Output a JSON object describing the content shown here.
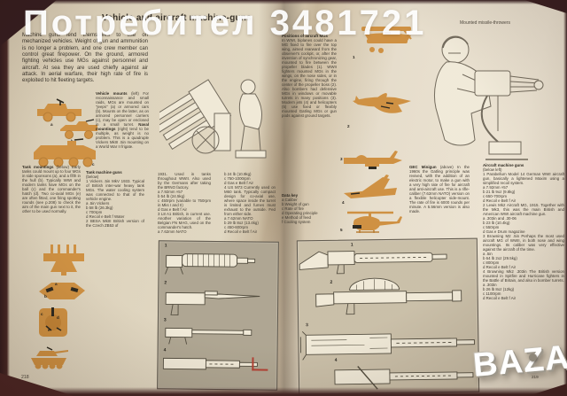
{
  "watermark": "Потребител 3481721",
  "logo": {
    "text": "BAZAR"
  },
  "page_left": {
    "title": "Vehicle and aircraft machine-guns",
    "page_number": "218",
    "intro": "Machine guns lend themselves to use on mechanized vehicles. Weight of gun and ammunition is no longer a problem, and one crew member can control great firepower. On the ground, armored fighting vehicles use MGs against personnel and aircraft. At sea they are used chiefly against air attack. In aerial warfare, their high rate of fire is exploited to hit fleeting targets.",
    "sections": {
      "vehicle_mounts": {
        "heading": "Vehicle mounts",
        "body": "(left) For reconnaissance and small raids, MGs are mounted on \"jeeps\" (a) or armored cars (b). Mounts on the latter, as on armored personnel carriers (c), may be open or enclosed in a small turret."
      },
      "naval_mountings": {
        "heading": "Naval mountings",
        "body": "(right) tend to be multiple, as weight is no problem. This is a quadruple Vickers MkIII .5in mounting on a World War II frigate."
      },
      "tank_mountings": {
        "heading": "Tank mountings",
        "body": "(below) Early tanks could mount up to four MGs in side sponsons (a), and a fifth in the hull (b). Typically WWI and modern tanks have MGs on the ball (c) and the commander's hatch (d). Two co-axial MGs (e) are often fitted, one firing spotting rounds (see p.208) to check the aim of the main gun next to it, the other to be used normally."
      },
      "tank_machine_guns": {
        "heading": "Tank machine guns",
        "col1": "(below)\n1 Vickers .5in MkV 1933. Typical of British inter-war heavy tank MGs. The water cooling system was connected to that of the vehicle engine.\na .5in Vickers\nb 58 lb (26.3kg)\nc 700rpm\nd Recoil  e Belt  f Water\n2 BESA MkIII British version of the Czech ZB53 of",
        "col2": "1931. Used in tanks throughout WWII. Also used by the Germans after taking the BRNO factory.\na 7.92mm ×57\nb 54 lb (24.5kg)\nc 450rpm (variable to 750rpm in Mks I and II)\nd Gas  e Belt  f Air\n3 L8 A1 British, in current use. Another variation of the Belgian FN MAG, used on the commander's hatch.\na 7.62mm NATO",
        "col3": "b 24 lb (10.9kg)\nc 750-1000rpm\nd Gas  e Belt  f Air\n4 US M73 Currently used on M60 tank. Typically compact design for co-axial use, where space inside the turret is limited and fumes must exhaust to the outside. Fed from either side.\na 7.62mm NATO\nb 29 lb 8oz (13.4kg)\nc 450-600rpm\nd Recoil  e Belt  f Air"
      }
    },
    "figure_labels": {
      "jeep": "a",
      "armored_car": "b",
      "apc": "c",
      "sponson": "a",
      "hull": "b",
      "ball": "c",
      "hatch": "d",
      "coaxial": "e"
    },
    "gun_box": {
      "numbers": [
        "1",
        "2",
        "3",
        "4"
      ]
    }
  },
  "page_right": {
    "running_head": "Mounted missile-throwers",
    "page_number": "219",
    "positions": {
      "heading": "Positions of aircraft MGs",
      "body": "In WWI, biplanes could have a MG fixed to fire over the top wing, aimed rearward from the observer's cockpit, or, after the invention of synchronizing gear, mounted to fire between the propeller blades (1). WWII fighters mounted MGs in the wings, on the nose sides, or in the engine, firing through the center of the propeller boss (2). Also bombers had defensive MGs in windows or movable turrets in many positions (3). Modern jets (4) and helicopters (5) use fixed or flexibly mounted Gatling MGs or gun pods against ground targets."
    },
    "data_key": {
      "heading": "Data key",
      "items": [
        "a Caliber",
        "b Weight of gun",
        "c Rate of fire",
        "d Operating principle",
        "e Method of feed",
        "f Cooling system"
      ]
    },
    "gec_minigun": {
      "heading": "GEC Minigun",
      "body": "(above) In the 1960s the Gatling principle was revived, with the addition of an electric motor, to make a gun with a very high rate of fire for aircraft and anti-aircraft use. This is a rifle-caliber (7.62mm NATO) version on a flexible helicopter side-mount. The rate of fire is 6000 rounds per minute. A 5.56mm version is also made."
    },
    "aircraft_mgs": {
      "heading": "Aircraft machine guns",
      "body": "(below left)\n1 Parabellum Model 14 German WWI aircraft gun, basically a lightened Maxim using a simplified recoil system.\na 7.92mm ×57\nb 21 lb 9oz (9.8kg)\nc 650-700rpm\nd Recoil  e Belt  f Air\n2 Lewis Mk2 Aircraft MG, 1915. Together with the Mk3, this was the main British and American WWI aircraft machine gun.\na .303in and .30-06\nb 23 lb (10.4kg)\nc 550rpm\nd Gas  e Drum magazine\n3 Browning M2 .5in Perhaps the most used aircraft MG of WWII, in both nose and wing mountings. Its caliber was very effective against the aircraft of the time.\na .5in\nb 64 lb 2oz (29.5kg)\nc 800rpm\nd Recoil  e Belt  f Air\n4 Browning Mk2 .303in The British version mounted in Spitfire and Hurricane fighters in the Battle of Britain, and also in bomber turrets.\na .303in\nb 26 lb 8oz (12kg)\nc 1100rpm\nd Recoil  e Belt  f Air",
      "numbers": [
        "1",
        "2",
        "3",
        "4",
        "5"
      ]
    },
    "gun_box": {
      "numbers": [
        "1",
        "2",
        "3",
        "4"
      ]
    }
  }
}
